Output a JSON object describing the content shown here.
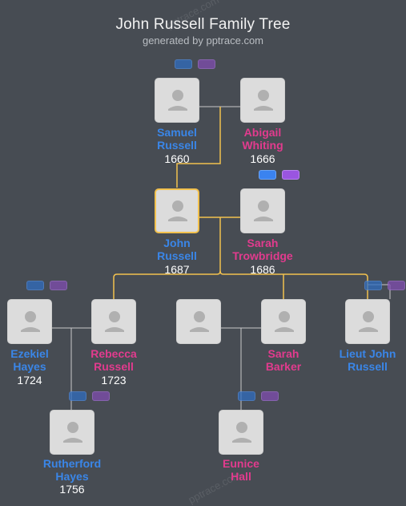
{
  "header": {
    "title": "John Russell Family Tree",
    "subtitle": "generated by pptrace.com",
    "watermark": "pptrace.com"
  },
  "colors": {
    "background": "#474c53",
    "male": "#3a86e8",
    "female": "#e23b8e",
    "highlight_line": "#f2c14e",
    "plain_line": "#c9c9c9"
  },
  "people": {
    "samuel": {
      "name_line1": "Samuel",
      "name_line2": "Russell",
      "year": "1660",
      "gender": "male"
    },
    "abigail": {
      "name_line1": "Abigail",
      "name_line2": "Whiting",
      "year": "1666",
      "gender": "female"
    },
    "john": {
      "name_line1": "John",
      "name_line2": "Russell",
      "year": "1687",
      "gender": "male",
      "selected": true
    },
    "sarah_t": {
      "name_line1": "Sarah",
      "name_line2": "Trowbridge",
      "year": "1686",
      "gender": "female"
    },
    "ezekiel": {
      "name_line1": "Ezekiel",
      "name_line2": "Hayes",
      "year": "1724",
      "gender": "male"
    },
    "rebecca": {
      "name_line1": "Rebecca",
      "name_line2": "Russell",
      "year": "1723",
      "gender": "female"
    },
    "unknown_spouse": {
      "name_line1": "",
      "name_line2": "",
      "year": "",
      "gender": "male"
    },
    "sarah_b": {
      "name_line1": "Sarah",
      "name_line2": "Barker",
      "year": "",
      "gender": "female"
    },
    "lieut_john": {
      "name_line1": "Lieut John",
      "name_line2": "Russell",
      "year": "",
      "gender": "male"
    },
    "rutherford": {
      "name_line1": "Rutherford",
      "name_line2": "Hayes",
      "year": "1756",
      "gender": "male"
    },
    "eunice": {
      "name_line1": "Eunice",
      "name_line2": "Hall",
      "year": "",
      "gender": "female"
    }
  },
  "icons": {
    "card": "person-silhouette-icon",
    "expand_father": "expand-father-pill-icon",
    "expand_mother": "expand-mother-pill-icon"
  }
}
